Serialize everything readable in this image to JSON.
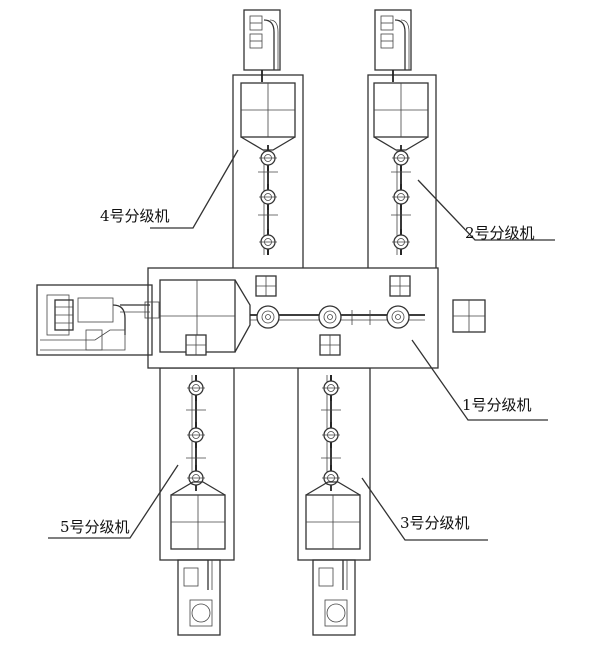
{
  "labels": {
    "c1": "1号分级机",
    "c2": "2号分级机",
    "c3": "3号分级机",
    "c4": "4号分级机",
    "c5": "5号分级机"
  }
}
